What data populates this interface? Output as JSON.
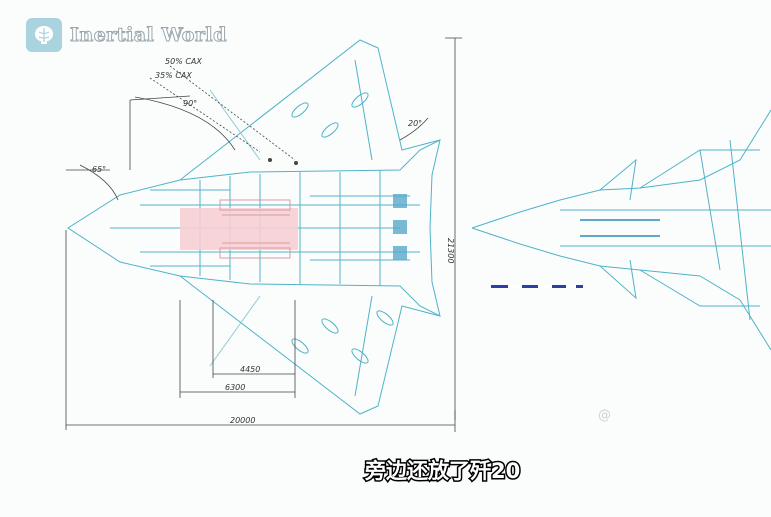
{
  "watermark": {
    "text": "Inertial World"
  },
  "labels": {
    "mac50": "50% CAX",
    "mac35": "35% CAX",
    "angle90": "90°",
    "angle65": "65°",
    "angle20": "20°",
    "span": "21300",
    "dim4450": "4450",
    "dim6300": "6300",
    "length": "20000"
  },
  "caption": {
    "text": "旁边还放了歼20"
  },
  "weibo_mark": {
    "text": "@"
  }
}
